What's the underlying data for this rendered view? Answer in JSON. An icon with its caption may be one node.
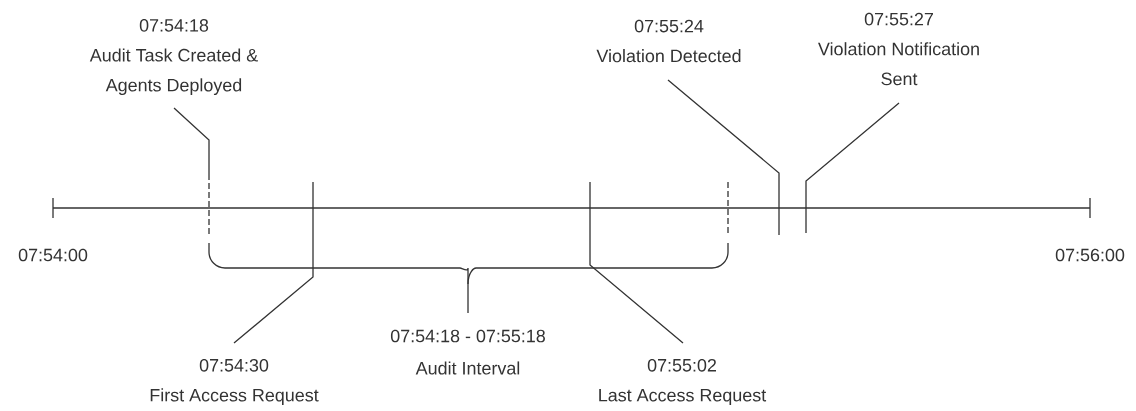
{
  "diagram": {
    "nodes": [
      {
        "text": [
          "07:54:18",
          "Audit Task Created & Agents Deployed"
        ]
      },
      {
        "text": [
          "07:55:24",
          "Violation Detected"
        ]
      },
      {
        "text": [
          "07:55:27",
          "Violation Notification Sent"
        ]
      },
      {
        "text": [
          "07:54:30",
          "First Access Request"
        ]
      },
      {
        "text": [
          "07:55:02",
          "Last Access Request"
        ]
      }
    ],
    "edges": [
      {
        "from": 0,
        "to": null,
        "arrow": "none"
      },
      {
        "from": 1,
        "to": null,
        "arrow": "none"
      },
      {
        "from": 2,
        "to": null,
        "arrow": "none"
      },
      {
        "from": 3,
        "to": null,
        "arrow": "none"
      },
      {
        "from": 4,
        "to": null,
        "arrow": "none"
      }
    ],
    "labels": [
      "07:54:00",
      "07:56:00",
      "07:54:18 - 07:55:18",
      "Audit Interval"
    ]
  }
}
